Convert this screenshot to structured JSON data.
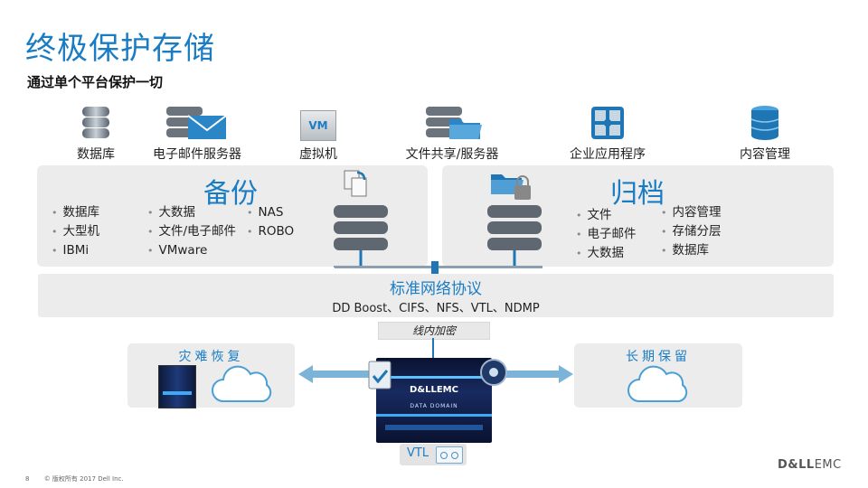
{
  "header": {
    "title": "终极保护存储",
    "subtitle": "通过单个平台保护一切"
  },
  "top_icons": [
    {
      "label": "数据库",
      "icon": "database-icon"
    },
    {
      "label": "电子邮件服务器",
      "icon": "mail-server-icon"
    },
    {
      "label": "虚拟机",
      "icon": "vm-icon",
      "badge": "VM"
    },
    {
      "label": "文件共享/服务器",
      "icon": "file-server-icon"
    },
    {
      "label": "企业应用程序",
      "icon": "enterprise-app-icon"
    },
    {
      "label": "内容管理",
      "icon": "content-db-icon"
    }
  ],
  "backup": {
    "title": "备份",
    "col1": [
      "数据库",
      "大型机",
      "IBMi"
    ],
    "col2": [
      "大数据",
      "文件/电子邮件",
      "VMware"
    ],
    "col3": [
      "NAS",
      "ROBO"
    ]
  },
  "archive": {
    "title": "归档",
    "col1": [
      "文件",
      "电子邮件",
      "大数据"
    ],
    "col2": [
      "内容管理",
      "存储分层",
      "数据库"
    ]
  },
  "protocol": {
    "title": "标准网络协议",
    "list": "DD Boost、CIFS、NFS、VTL、NDMP"
  },
  "encryption": "线内加密",
  "dr_panel": {
    "title": "灾难恢复"
  },
  "lt_panel": {
    "title": "长期保留"
  },
  "appliance": {
    "brand": "D&LLEMC",
    "model": "DATA DOMAIN"
  },
  "vtl_label": "VTL",
  "footer": {
    "page": "8",
    "copyright": "© 版权所有 2017 Dell Inc."
  },
  "logo": {
    "bold": "D&LL",
    "thin": "EMC"
  },
  "colors": {
    "accent": "#1a7dc4",
    "panel": "#ececec",
    "arrow": "#7bb4d8"
  }
}
